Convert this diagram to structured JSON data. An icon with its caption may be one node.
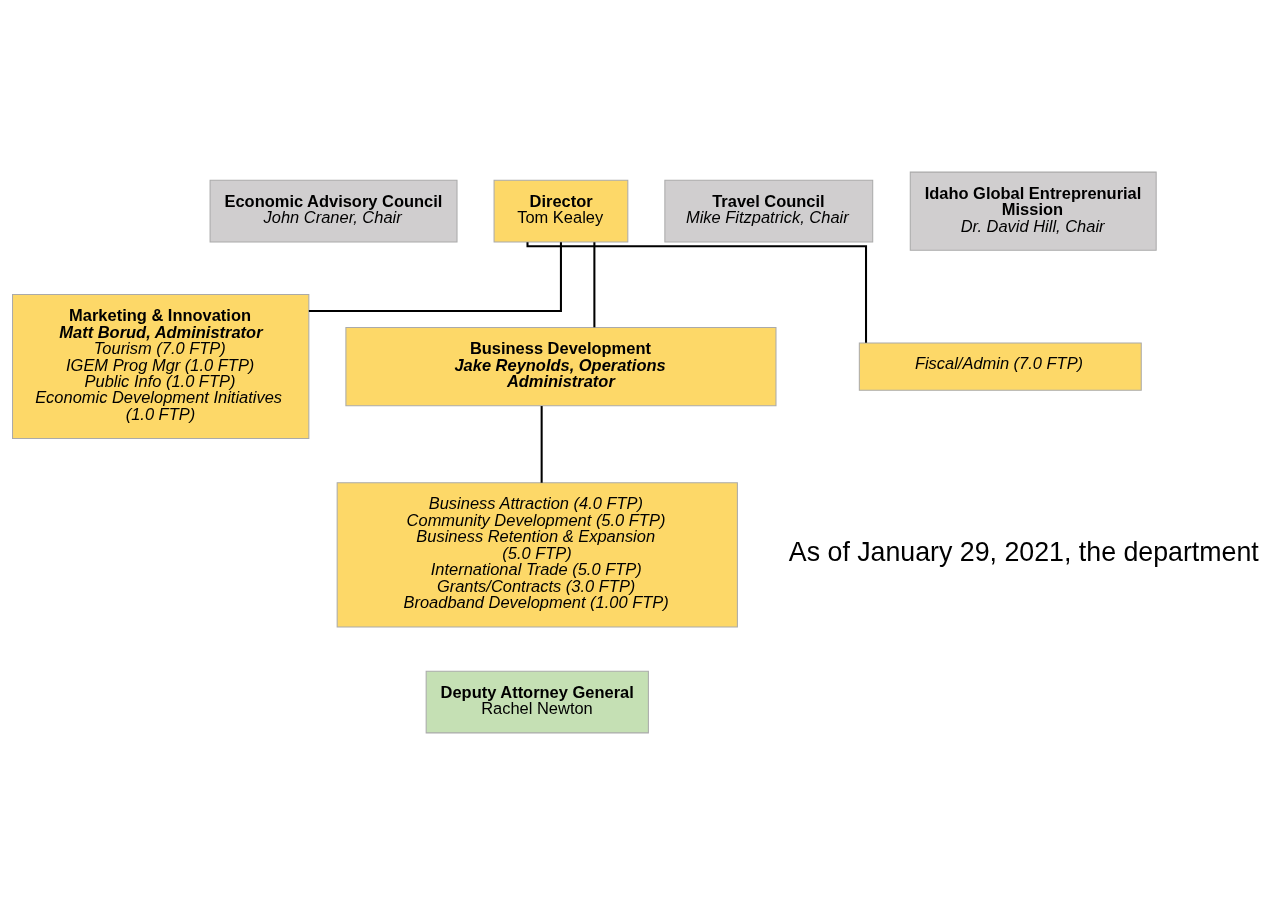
{
  "diagram": {
    "nodes": [
      {
        "text": [
          "Director",
          "Tom Kealey"
        ]
      },
      {
        "text": [
          "Economic Advisory Council",
          "John Craner, Chair"
        ]
      },
      {
        "text": [
          "Travel Council",
          "Mike Fitzpatrick, Chair"
        ]
      },
      {
        "text": [
          "Idaho Global Entreprenurial Mission",
          "Dr. David Hill, Chair"
        ]
      },
      {
        "text": [
          "Marketing & Innovation",
          "Matt Borud, Administrator",
          "Tourism (7.0 FTP)",
          "IGEM Prog Mgr (1.0 FTP)",
          "Public Info (1.0 FTP)",
          "Economic Development Initiatives (1.0 FTP)"
        ]
      },
      {
        "text": [
          "Business Development",
          "Jake Reynolds, Operations Administrator"
        ]
      },
      {
        "text": [
          "Fiscal/Admin (7.0 FTP)"
        ]
      },
      {
        "text": [
          "Business Attraction (4.0 FTP)",
          "Community Development (5.0 FTP)",
          "Business Retention & Expansion (5.0 FTP)",
          "International Trade (5.0 FTP)",
          "Grants/Contracts (3.0 FTP)",
          "Broadband Development (1.00 FTP)"
        ]
      },
      {
        "text": [
          "Deputy Attorney General",
          "Rachel Newton"
        ]
      }
    ],
    "edges": [
      {
        "from": 0,
        "to": 4,
        "arrow": "none"
      },
      {
        "from": 0,
        "to": 6,
        "arrow": "none"
      },
      {
        "from": 0,
        "to": 5,
        "arrow": "none"
      },
      {
        "from": 5,
        "to": 7,
        "arrow": "none"
      }
    ],
    "labels": [
      "As of January 29, 2021, the department"
    ]
  }
}
